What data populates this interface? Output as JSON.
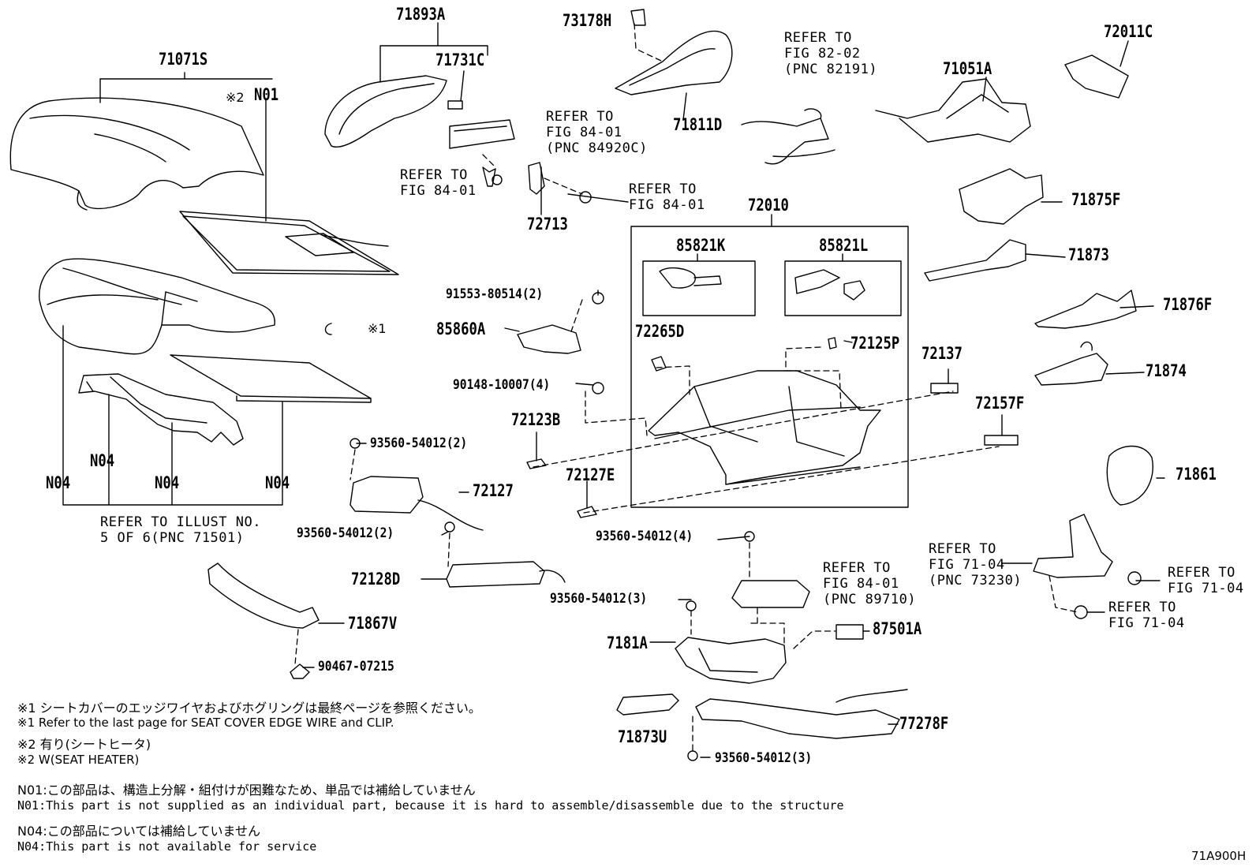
{
  "callouts": {
    "p71071S": "71071S",
    "p71893A": "71893A",
    "p71731C": "71731C",
    "p73178H": "73178H",
    "p71811D": "71811D",
    "p72011C": "72011C",
    "p71051A": "71051A",
    "p71875F": "71875F",
    "p71873": "71873",
    "p71876F": "71876F",
    "p71874": "71874",
    "p72010": "72010",
    "p85821K": "85821K",
    "p85821L": "85821L",
    "p72265D": "72265D",
    "p72125P": "72125P",
    "p72137": "72137",
    "p72157F": "72157F",
    "p72123B": "72123B",
    "p72127E": "72127E",
    "p71861": "71861",
    "p72713": "72713",
    "p91553": "91553-80514(2)",
    "p85860A": "85860A",
    "p90148": "90148-10007(4)",
    "p93560a": "93560-54012(2)",
    "p72127": "72127",
    "p93560b": "93560-54012(2)",
    "p72128D": "72128D",
    "p71867V": "71867V",
    "p90467": "90467-07215",
    "p93560c": "93560-54012(4)",
    "p93560d": "93560-54012(3)",
    "p7181A": "7181A",
    "p87501A": "87501A",
    "p71873U": "71873U",
    "p77278F": "77278F",
    "p93560e": "93560-54012(3)",
    "n01": "N01",
    "n04a": "N04",
    "n04b": "N04",
    "n04c": "N04",
    "n04d": "N04",
    "mark2": "※2",
    "mark1": "※1"
  },
  "refs": {
    "r84920C": "REFER TO\nFIG 84-01\n(PNC 84920C)",
    "r8401a": "REFER TO\nFIG 84-01",
    "r8401b": "REFER TO\nFIG 84-01",
    "r82191": "REFER TO\nFIG 82-02\n(PNC 82191)",
    "r71501": "REFER TO ILLUST NO.\n5 OF 6(PNC 71501)",
    "r89710": "REFER TO\nFIG 84-01\n(PNC 89710)",
    "r73230": "REFER TO\nFIG 71-04\n(PNC 73230)",
    "r7104a": "REFER TO\nFIG 71-04",
    "r7104b": "REFER TO\nFIG 71-04"
  },
  "notes": {
    "n1_jp": "※1 シートカバーのエッジワイヤおよびホグリングは最終ページを参照ください。",
    "n1_en": "※1 Refer to the last page for SEAT COVER EDGE WIRE and CLIP.",
    "n2_jp": "※2 有り(シートヒータ)",
    "n2_en": "※2 W(SEAT HEATER)",
    "n01_jp": "N01:この部品は、構造上分解・組付けが困難なため、単品では補給していません",
    "n01_en": "N01:This part is not supplied as an individual part, because it is hard to assemble/disassemble due to the structure",
    "n04_jp": "N04:この部品については補給していません",
    "n04_en": "N04:This part is not available for service"
  },
  "figure_code": "71A900H"
}
